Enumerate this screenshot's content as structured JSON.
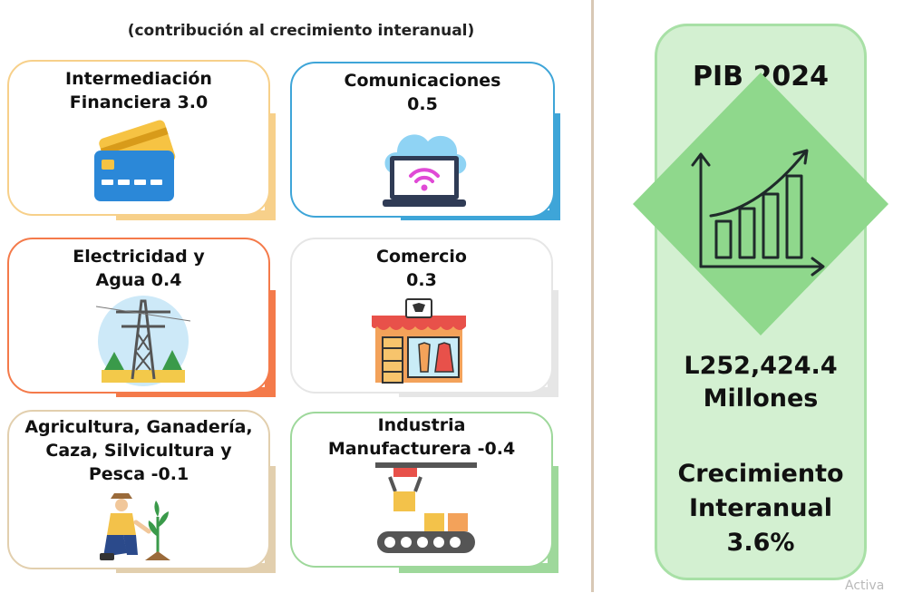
{
  "subtitle": "(contribución al crecimiento interanual)",
  "cards": [
    {
      "line1": "Intermediación",
      "line2": "Financiera 3.0",
      "line3": "",
      "color": "#f7d08a",
      "icon": "credit-card-icon"
    },
    {
      "line1": "Comunicaciones",
      "line2": "0.5",
      "line3": "",
      "color": "#3ea5d8",
      "icon": "cloud-laptop-wifi-icon"
    },
    {
      "line1": "Electricidad y",
      "line2": "Agua 0.4",
      "line3": "",
      "color": "#f47a4a",
      "icon": "power-tower-icon"
    },
    {
      "line1": "Comercio",
      "line2": "0.3",
      "line3": "",
      "color": "#e6e6e6",
      "icon": "shop-icon"
    },
    {
      "line1": "Agricultura, Ganadería,",
      "line2": "Caza, Silvicultura y",
      "line3": "Pesca -0.1",
      "color": "#e2cfae",
      "icon": "farmer-plant-icon"
    },
    {
      "line1": "Industria",
      "line2": "Manufacturera -0.4",
      "line3": "",
      "color": "#9ed89b",
      "icon": "robot-arm-conveyor-icon"
    }
  ],
  "pib": {
    "title": "PIB 2024",
    "amount_line1": "L252,424.4",
    "amount_line2": "Millones",
    "growth_line1": "Crecimiento",
    "growth_line2": "Interanual",
    "growth_line3": "3.6%",
    "icon": "growth-chart-icon",
    "color": "#8fd88c"
  },
  "watermark": "Activa"
}
